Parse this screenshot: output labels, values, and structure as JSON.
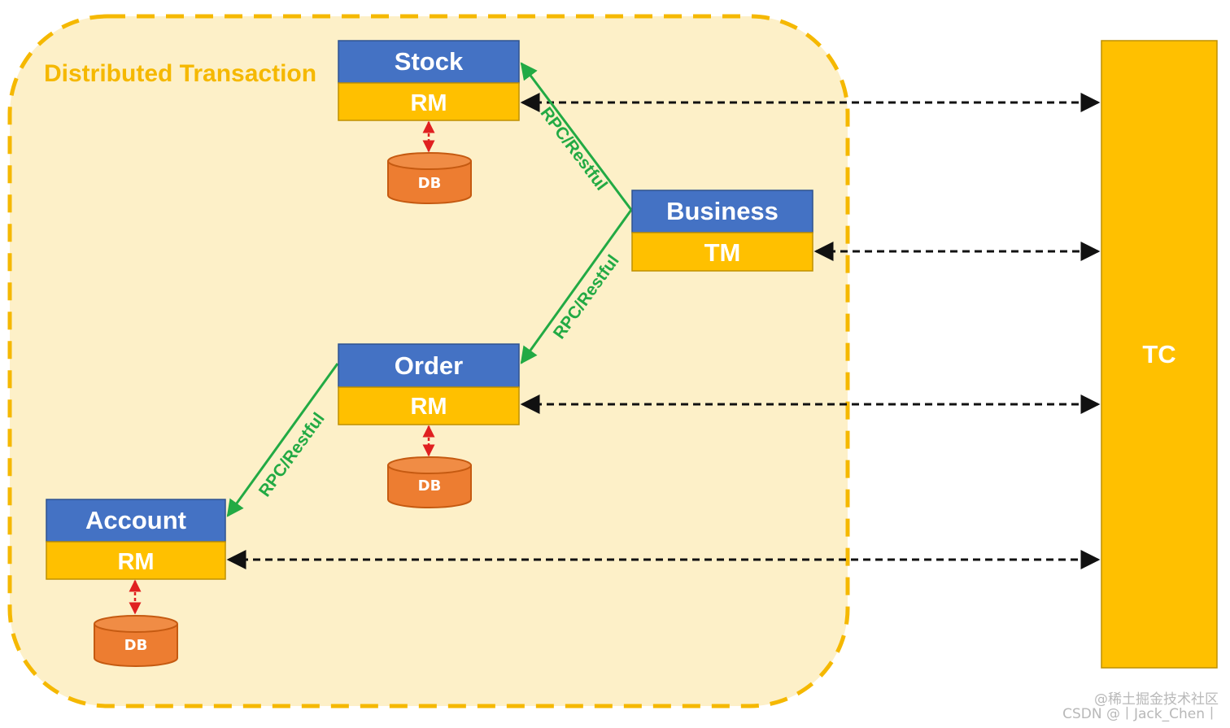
{
  "diagram": {
    "region_title": "Distributed Transaction",
    "stock": {
      "header": "Stock",
      "role": "RM",
      "db": "DB"
    },
    "business": {
      "header": "Business",
      "role": "TM"
    },
    "order": {
      "header": "Order",
      "role": "RM",
      "db": "DB"
    },
    "account": {
      "header": "Account",
      "role": "RM",
      "db": "DB"
    },
    "tc": {
      "label": "TC"
    },
    "edges": {
      "business_to_stock": "RPC/Restful",
      "business_to_order": "RPC/Restful",
      "order_to_account": "RPC/Restful"
    }
  },
  "watermark": {
    "line1": "@稀土掘金技术社区",
    "line2": "CSDN @丨Jack_Chen丨"
  },
  "colors": {
    "region_fill": "#fdf0c8",
    "region_border": "#f5b800",
    "header_blue": "#4472c4",
    "role_yellow": "#ffc000",
    "db_orange": "#ed7d31",
    "rpc_green": "#22aa44",
    "db_link_red": "#e02020"
  }
}
